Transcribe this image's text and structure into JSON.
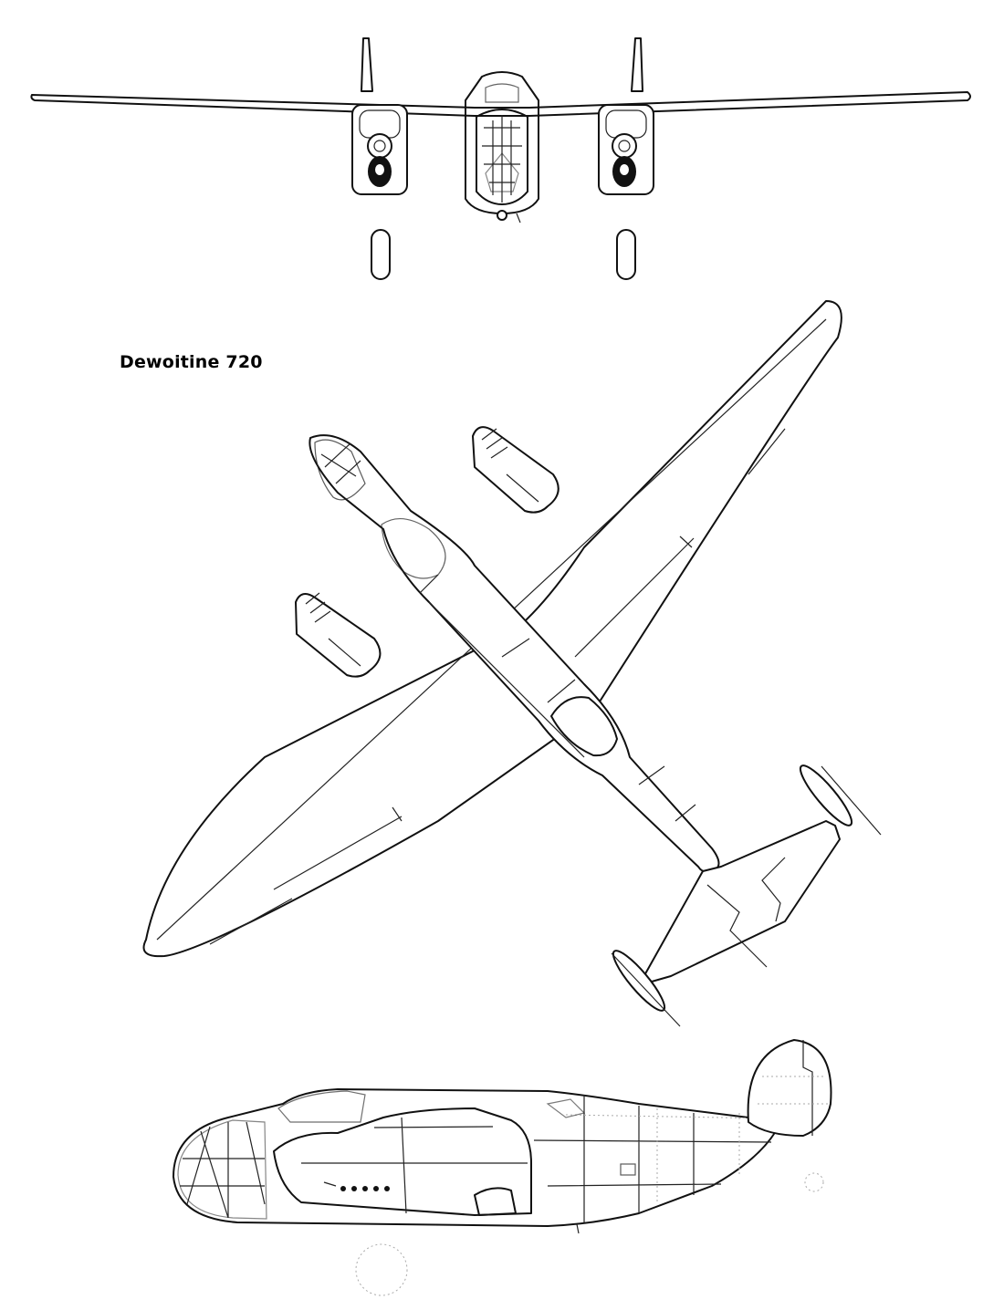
{
  "drawing": {
    "caption": "Dewoitine 720",
    "views": [
      "front",
      "plan",
      "side"
    ]
  }
}
